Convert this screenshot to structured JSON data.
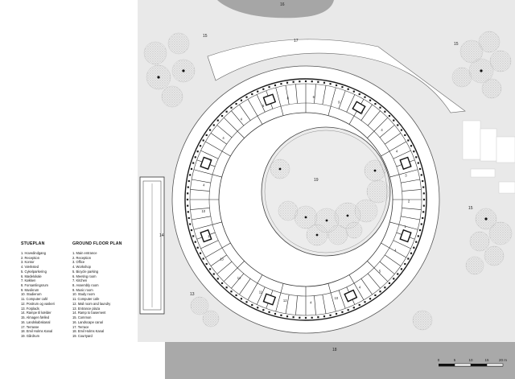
{
  "plan_labels": {
    "top_road": "16",
    "upper_left": "15",
    "outer_top": "17",
    "upper_right": "15",
    "courtyard": "19",
    "left_strip": "14",
    "lower_left": "13",
    "bottom_road": "18",
    "right_side": "15",
    "rooms": [
      "8",
      "6",
      "9",
      "7",
      "4",
      "4",
      "3",
      "2",
      "1",
      "4",
      "5",
      "4",
      "10",
      "4",
      "12",
      "11",
      "12",
      "13",
      "11",
      "10",
      "4",
      "4",
      "4",
      "4",
      "5"
    ]
  },
  "legend_danish": {
    "title": "STUEPLAN",
    "items": [
      "1. Hovedindgang",
      "2. Reception",
      "3. Kontor",
      "4. Værksted",
      "5. Cykelparkering",
      "6. Mødelokale",
      "7. Køkken",
      "8. Forsamlingsrum",
      "9. Musikrum",
      "10. Studierum",
      "11. Computer café",
      "12. Postrum og vaskeri",
      "13. Forplads",
      "14. Rampe til kælder",
      "15. Almagen fælled",
      "16. Landskabskanal",
      "17. Terrasse",
      "18. Emil Holms Kanal",
      "19. Gårdrum"
    ]
  },
  "legend_english": {
    "title": "GROUND FLOOR PLAN",
    "items": [
      "1. Main entrance",
      "2. Reception",
      "3. Office",
      "4. Workshop",
      "5. Bicycle parking",
      "6. Meeting room",
      "7. Kitchen",
      "8. Assembly room",
      "9. Music room",
      "10. Study room",
      "11. Computer cafe",
      "12. Mail room and laundry",
      "13. Entrance plaza",
      "14. Ramp to basement",
      "15. Common",
      "16. Landscape canal",
      "17. Terrace",
      "18. Emil Holms Kanal",
      "19. Courtyard"
    ]
  },
  "scale_bar": {
    "ticks": [
      "0",
      "5",
      "10",
      "15",
      "20 m"
    ]
  },
  "colors": {
    "water": "#a9a9a9",
    "common_ground": "#e9e9e9",
    "building": "#ffffff",
    "wall": "#1a1a1a",
    "courtyard": "#ededed",
    "tree_dots": "#9a9a9a"
  }
}
